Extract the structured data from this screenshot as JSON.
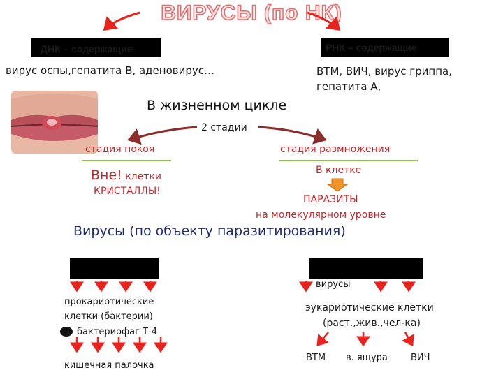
{
  "title": "ВИРУСЫ (по НК)",
  "dna": {
    "box_label": "ДНК – содержащие",
    "examples": "вирус оспы,гепатита В, аденовирус…"
  },
  "rna": {
    "box_label": "РНК – содержащие",
    "examples_line1": "ВТМ, ВИЧ,  вирус гриппа,",
    "examples_line2": "гепатита А,"
  },
  "life_cycle": {
    "heading": "В жизненном цикле",
    "stages_count": "2 стадии",
    "rest": {
      "label": "стадия покоя",
      "outside_big": "Вне!",
      "outside_small": " клетки",
      "crystals": "КРИСТАЛЛЫ!"
    },
    "reproduction": {
      "label": "стадия размножения",
      "inside": "В клетке",
      "parasites": "ПАРАЗИТЫ",
      "molecular": "на молекулярном  уровне"
    }
  },
  "parasitism": {
    "heading": "Вирусы (по объекту паразитирования)",
    "left": {
      "box_label": "",
      "line1": "прокариотические",
      "line2": "клетки (бактерии)",
      "phage": "бактериофаг  Т-4",
      "ecoli": "кишечная палочка"
    },
    "right": {
      "box_label": "",
      "viruses_word": "вирусы",
      "line1": "эукариотические  клетки",
      "line2": "(раст.,жив.,чел-ка)",
      "examples": [
        "ВТМ",
        "в. ящура",
        "ВИЧ"
      ]
    }
  },
  "colors": {
    "arrow_red": "#e8231d",
    "stage_red": "#c0282b",
    "green": "#8fbf47",
    "orange": "#f2942a"
  }
}
